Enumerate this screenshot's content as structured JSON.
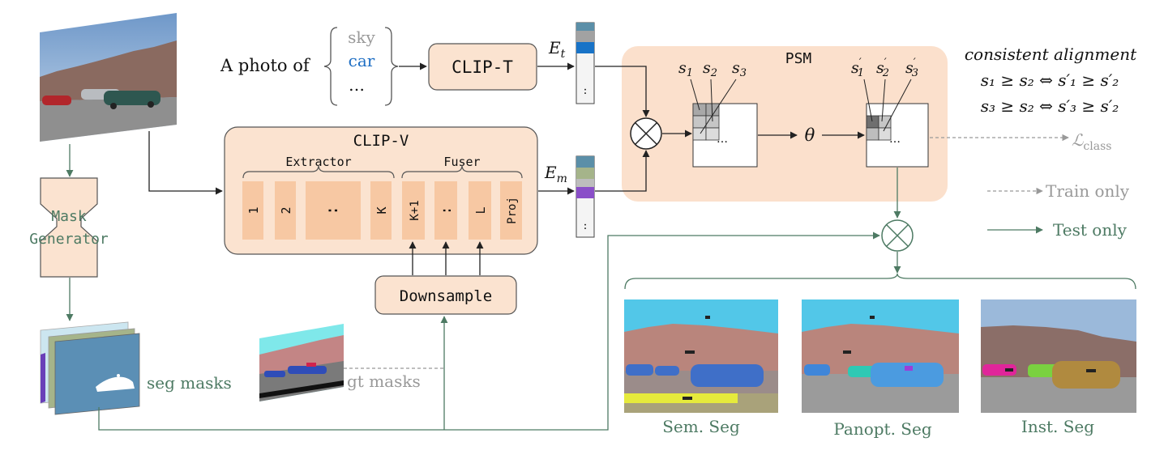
{
  "prompt": {
    "prefix": "A photo of",
    "classes": [
      "sky",
      "car",
      "…"
    ]
  },
  "clip_t": {
    "label": "CLIP-T",
    "embedding": "E",
    "embedding_sub": "t"
  },
  "clip_v": {
    "label": "CLIP-V",
    "extractor": "Extractor",
    "fuser": "Fuser",
    "extractor_blocks": [
      "1",
      "2",
      ":",
      "K"
    ],
    "fuser_blocks": [
      "K+1",
      ":",
      "L",
      "Proj"
    ],
    "embedding": "E",
    "embedding_sub": "m",
    "embedding_dots": ":"
  },
  "downsample": "Downsample",
  "mask_generator": [
    "Mask",
    "Generator"
  ],
  "seg_masks_label": "seg masks",
  "gt_masks_label": "gt masks",
  "psm": {
    "title": "PSM",
    "scores": [
      "s",
      "s",
      "s"
    ],
    "scores_sub": [
      "1",
      "2",
      "3"
    ],
    "theta": "θ",
    "ellipsis": "…"
  },
  "consistent_alignment": {
    "title": "consistent alignment",
    "rule1": "s₁ ≥ s₂ ⇔ s′₁ ≥ s′₂",
    "rule2": "s₃ ≥ s₂ ⇔ s′₃ ≥ s′₂"
  },
  "loss": {
    "symbol": "ℒ",
    "sub": "class"
  },
  "legend": {
    "train": "Train only",
    "test": "Test only"
  },
  "outputs": [
    "Sem. Seg",
    "Panopt. Seg",
    "Inst. Seg"
  ],
  "colors": {
    "peach": "#fbe3d0",
    "peach_border": "#555555",
    "block": "#f7c8a3",
    "psm_bg": "#fbe0cc",
    "green": "#4d7a63",
    "gray": "#999999",
    "blue_text": "#1f6fc4",
    "accent_blue": "#1873c7",
    "accent_purple": "#8a4fc8"
  }
}
